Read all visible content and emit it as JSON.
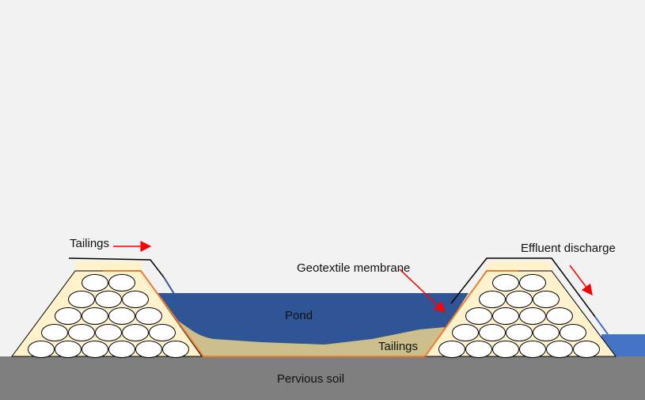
{
  "diagram": {
    "title": "Tailings dam cross-section",
    "labels": {
      "tailings_top": "Tailings",
      "effluent": "Effluent discharge",
      "geotextile": "Geotextile membrane",
      "pond": "Pond",
      "tailings_pond": "Tailings",
      "soil": "Pervious soil"
    },
    "colors": {
      "background": "#f2f2f2",
      "soil": "#7f7f7f",
      "pond": "#2f5597",
      "discharge_water": "#4472c4",
      "tailings": "#cdbf8b",
      "embankment": "#fff2cc",
      "membrane": "#ed7d31",
      "arrow": "#ff0000",
      "boulder": "#ffffff"
    },
    "embankment_rows": [
      2,
      3,
      4,
      5,
      6
    ]
  }
}
